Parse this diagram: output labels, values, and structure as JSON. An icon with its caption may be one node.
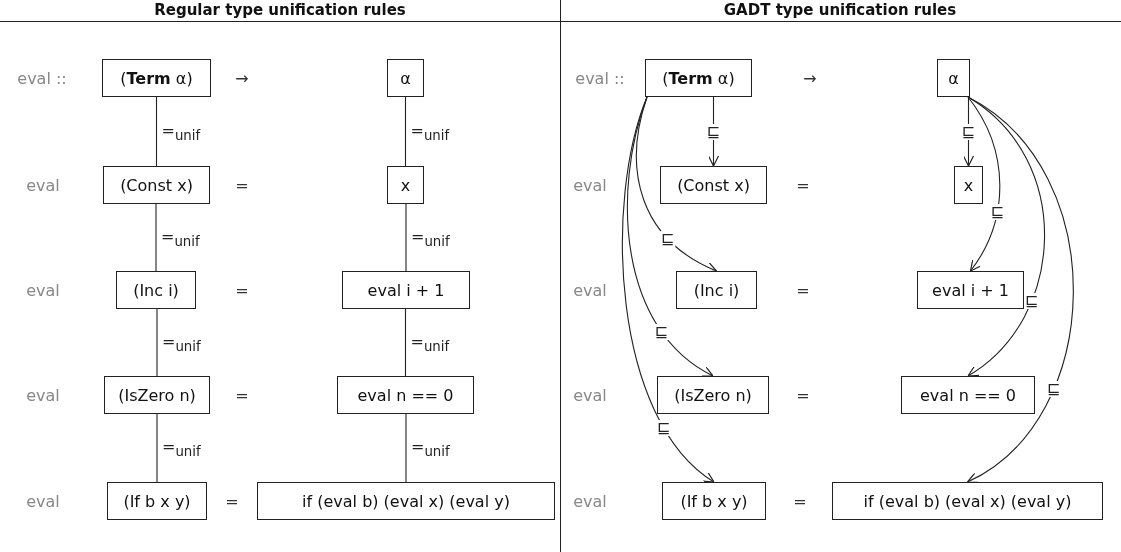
{
  "diagram": {
    "nodes": [
      {
        "text": [
          "(**Term** α)"
        ]
      },
      {
        "text": [
          "α"
        ]
      },
      {
        "text": [
          "(Const x)"
        ]
      },
      {
        "text": [
          "x"
        ]
      },
      {
        "text": [
          "(Inc i)"
        ]
      },
      {
        "text": [
          "eval i + 1"
        ]
      },
      {
        "text": [
          "(IsZero n)"
        ]
      },
      {
        "text": [
          "eval n == 0"
        ]
      },
      {
        "text": [
          "(If b x y)"
        ]
      },
      {
        "text": [
          "if (eval b) (eval x) (eval y)"
        ]
      },
      {
        "text": [
          "(**Term** α)"
        ]
      },
      {
        "text": [
          "α"
        ]
      },
      {
        "text": [
          "(Const x)"
        ]
      },
      {
        "text": [
          "x"
        ]
      },
      {
        "text": [
          "(Inc i)"
        ]
      },
      {
        "text": [
          "eval i + 1"
        ]
      },
      {
        "text": [
          "(IsZero n)"
        ]
      },
      {
        "text": [
          "eval n == 0"
        ]
      },
      {
        "text": [
          "(If b x y)"
        ]
      },
      {
        "text": [
          "if (eval b) (eval x) (eval y)"
        ]
      }
    ],
    "edges": [
      {
        "from": 0,
        "to": 2,
        "arrow": "none",
        "label": "=$_{unif}$"
      },
      {
        "from": 2,
        "to": 4,
        "arrow": "none",
        "label": "=$_{unif}$"
      },
      {
        "from": 4,
        "to": 6,
        "arrow": "none",
        "label": "=$_{unif}$"
      },
      {
        "from": 6,
        "to": 8,
        "arrow": "none",
        "label": "=$_{unif}$"
      },
      {
        "from": 1,
        "to": 3,
        "arrow": "none",
        "label": "=$_{unif}$"
      },
      {
        "from": 3,
        "to": 5,
        "arrow": "none",
        "label": "=$_{unif}$"
      },
      {
        "from": 5,
        "to": 7,
        "arrow": "none",
        "label": "=$_{unif}$"
      },
      {
        "from": 7,
        "to": 9,
        "arrow": "none",
        "label": "=$_{unif}$"
      },
      {
        "from": 10,
        "to": 12,
        "arrow": "to",
        "label": "⊑"
      },
      {
        "from": 10,
        "to": 14,
        "arrow": "to",
        "label": "⊑"
      },
      {
        "from": 10,
        "to": 16,
        "arrow": "to",
        "label": "⊑"
      },
      {
        "from": 10,
        "to": 18,
        "arrow": "to",
        "label": "⊑"
      },
      {
        "from": 11,
        "to": 13,
        "arrow": "to",
        "label": "⊑"
      },
      {
        "from": 11,
        "to": 15,
        "arrow": "to",
        "label": "⊑"
      },
      {
        "from": 11,
        "to": 17,
        "arrow": "to",
        "label": "⊑"
      },
      {
        "from": 11,
        "to": 19,
        "arrow": "to",
        "label": "⊑"
      }
    ],
    "labels": [
      "Regular type unification rules",
      "GADT type unification rules",
      "eval ::",
      "→",
      "eval",
      "=",
      "eval",
      "=",
      "eval",
      "=",
      "eval",
      "=",
      "eval ::",
      "→",
      "eval",
      "=",
      "eval",
      "=",
      "eval",
      "=",
      "eval",
      "="
    ]
  }
}
